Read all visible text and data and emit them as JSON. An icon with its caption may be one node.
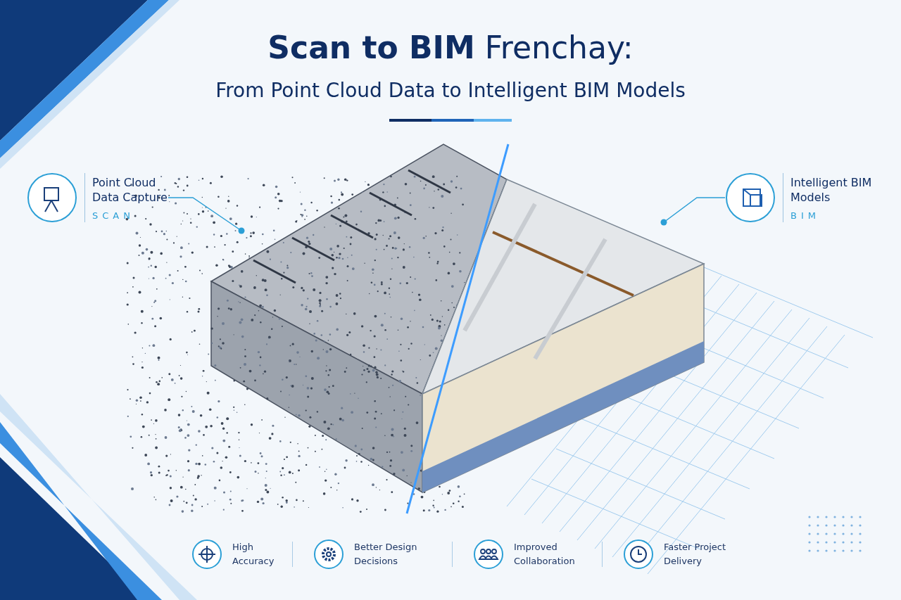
{
  "diagram": {
    "title": "**Scan to BIM** Frenchay:",
    "nodes": [
      {
        "text": [
          "Point Cloud Data Capture",
          "SCAN"
        ]
      },
      {
        "text": [],
        "shape": "picture"
      },
      {
        "text": [
          "Intelligent BIM Models",
          "BIM"
        ]
      },
      {
        "text": [],
        "shape": "picture"
      }
    ],
    "edges": [
      {
        "from": 0,
        "to": 1,
        "arrow": "other"
      },
      {
        "from": 2,
        "to": 3,
        "arrow": "other"
      }
    ],
    "labels": [
      "From Point Cloud Data to Intelligent BIM Models",
      "High Accuracy",
      "Better Design Decisions",
      "Improved Collaboration",
      "Faster Project Delivery"
    ]
  }
}
